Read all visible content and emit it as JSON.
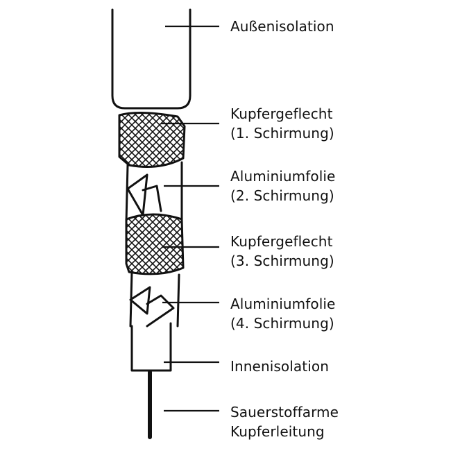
{
  "colors": {
    "stroke": "#111111",
    "background": "#ffffff"
  },
  "labels": {
    "outer_insulation": "Außenisolation",
    "copper_braid_1": {
      "line1": "Kupfergeflecht",
      "line2": "(1. Schirmung)"
    },
    "aluminium_foil_2": {
      "line1": "Aluminiumfolie",
      "line2": "(2. Schirmung)"
    },
    "copper_braid_3": {
      "line1": "Kupfergeflecht",
      "line2": "(3. Schirmung)"
    },
    "aluminium_foil_4": {
      "line1": "Aluminiumfolie",
      "line2": "(4. Schirmung)"
    },
    "inner_insulation": "Innenisolation",
    "conductor": {
      "line1": "Sauerstoffarme",
      "line2": "Kupferleitung"
    }
  }
}
